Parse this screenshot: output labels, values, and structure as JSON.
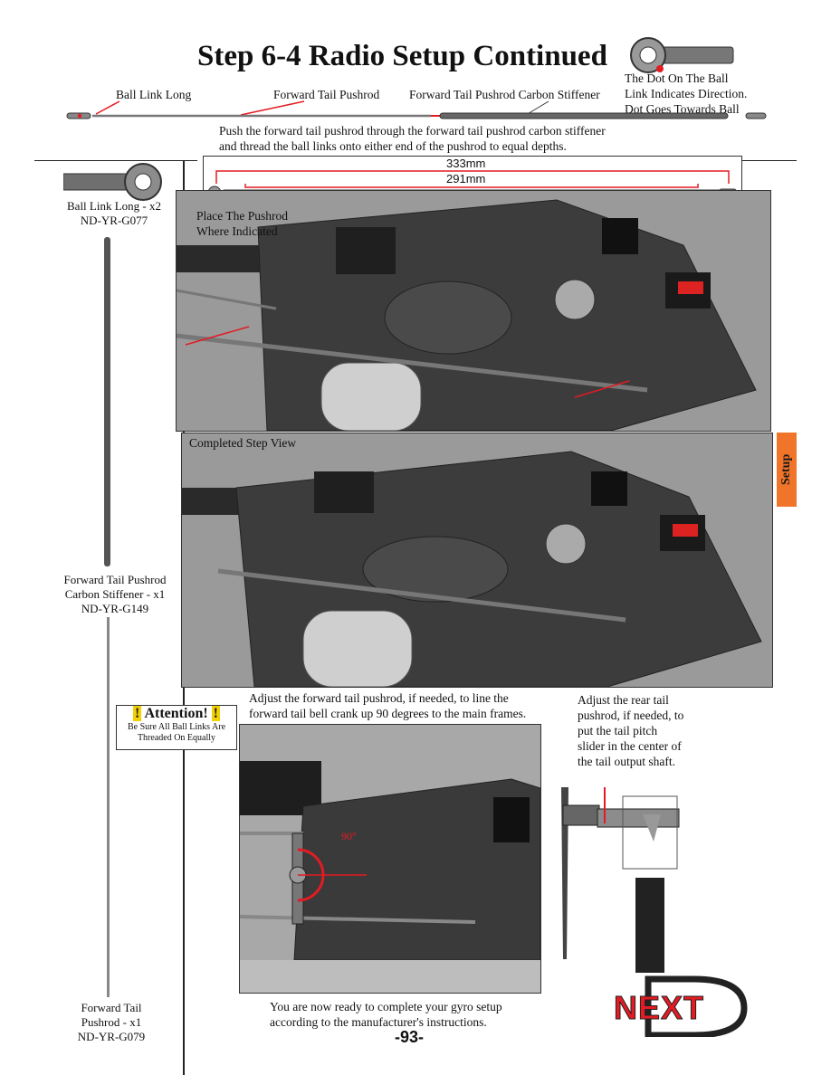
{
  "title": "Step 6-4 Radio Setup Continued",
  "ball_note": [
    "The Dot On The Ball",
    "Link Indicates Direction.",
    "Dot Goes Towards Ball"
  ],
  "labels": {
    "ball_link_long": "Ball Link Long",
    "forward_tail_pushrod": "Forward Tail Pushrod",
    "carbon_stiffener": "Forward Tail Pushrod Carbon Stiffener"
  },
  "intro": [
    "Push the forward tail pushrod through the forward tail pushrod carbon stiffener",
    "and thread the ball links onto either end of the pushrod to equal depths."
  ],
  "dimensions": {
    "outer": "333mm",
    "inner": "291mm"
  },
  "parts": [
    {
      "name": "Ball Link Long - x2",
      "code": "ND-YR-G077"
    },
    {
      "name1": "Forward Tail Pushrod",
      "name2": "Carbon Stiffener - x1",
      "code": "ND-YR-G149"
    },
    {
      "name1": "Forward Tail",
      "name2": "Pushrod - x1",
      "code": "ND-YR-G079"
    }
  ],
  "panel1_caption": [
    "Place The Pushrod",
    "Where Indicated"
  ],
  "panel2_caption": "Completed Step View",
  "attention": {
    "head": "Attention!",
    "body": [
      "Be Sure All Ball Links Are",
      "Threaded On Equally"
    ]
  },
  "adjust_forward": [
    "Adjust the forward tail pushrod, if needed, to line the",
    "forward tail bell crank up 90 degrees to the main frames."
  ],
  "adjust_rear": [
    "Adjust the rear tail",
    "pushrod, if needed, to",
    "put the tail pitch",
    "slider in the center of",
    "the tail output shaft."
  ],
  "angle_label": "90°",
  "footer": [
    "You are now ready to complete your gyro setup",
    "according to the manufacturer's instructions."
  ],
  "page_number": "-93-",
  "side_tab": "Setup",
  "logo": "NEXT",
  "colors": {
    "accent": "#e31b23",
    "tab": "#f0752a"
  }
}
